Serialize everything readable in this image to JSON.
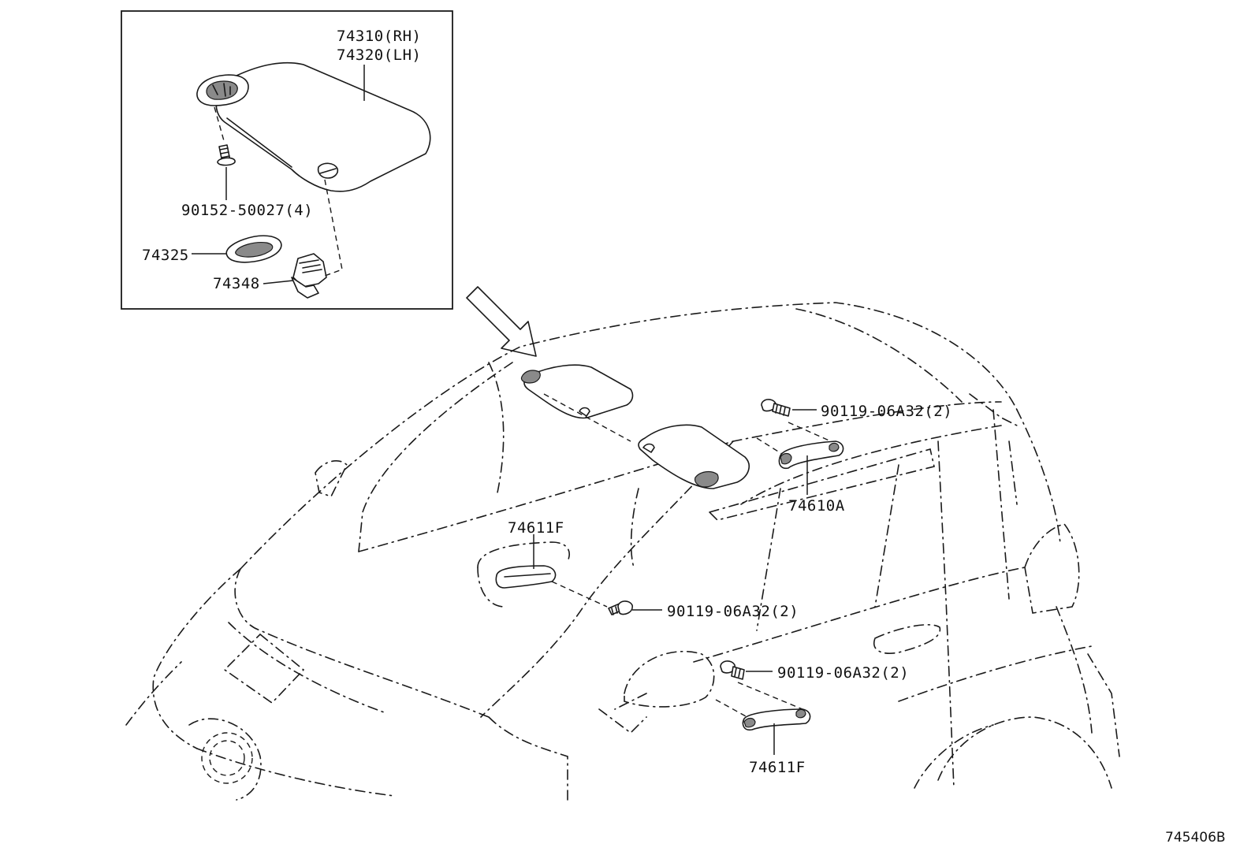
{
  "inset": {
    "label_sunvisor_rh": "74310(RH)",
    "label_sunvisor_lh": "74320(LH)",
    "label_screw": "90152-50027(4)",
    "label_cover": "74325",
    "label_holder": "74348"
  },
  "main": {
    "label_bolt_1": "90119-06A32(2)",
    "label_grip_74610a": "74610A",
    "label_grip_front": "74611F",
    "label_bolt_2": "90119-06A32(2)",
    "label_bolt_3": "90119-06A32(2)",
    "label_grip_rear": "74611F"
  },
  "diagram_ref": "745406B"
}
